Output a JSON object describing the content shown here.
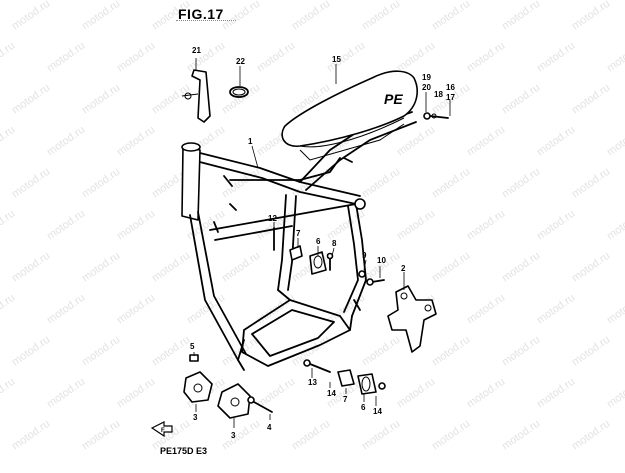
{
  "figure": {
    "title": "FIG.17",
    "footer": "PE175D E3"
  },
  "watermark": "motod.ru",
  "callouts": [
    {
      "id": "c21",
      "label": "21"
    },
    {
      "id": "c22",
      "label": "22"
    },
    {
      "id": "c15",
      "label": "15"
    },
    {
      "id": "c19",
      "label": "19"
    },
    {
      "id": "c20",
      "label": "20"
    },
    {
      "id": "c18",
      "label": "18"
    },
    {
      "id": "c16",
      "label": "16"
    },
    {
      "id": "c17",
      "label": "17"
    },
    {
      "id": "c1",
      "label": "1"
    },
    {
      "id": "c12",
      "label": "12"
    },
    {
      "id": "c7a",
      "label": "7"
    },
    {
      "id": "c6a",
      "label": "6"
    },
    {
      "id": "c8",
      "label": "8"
    },
    {
      "id": "c9",
      "label": "9"
    },
    {
      "id": "c10",
      "label": "10"
    },
    {
      "id": "c2",
      "label": "2"
    },
    {
      "id": "c5",
      "label": "5"
    },
    {
      "id": "c3a",
      "label": "3"
    },
    {
      "id": "c3b",
      "label": "3"
    },
    {
      "id": "c4",
      "label": "4"
    },
    {
      "id": "c13",
      "label": "13"
    },
    {
      "id": "c14a",
      "label": "14"
    },
    {
      "id": "c7b",
      "label": "7"
    },
    {
      "id": "c6b",
      "label": "6"
    },
    {
      "id": "c14b",
      "label": "14"
    }
  ],
  "seat_logo": "PE",
  "front_marker": "F"
}
